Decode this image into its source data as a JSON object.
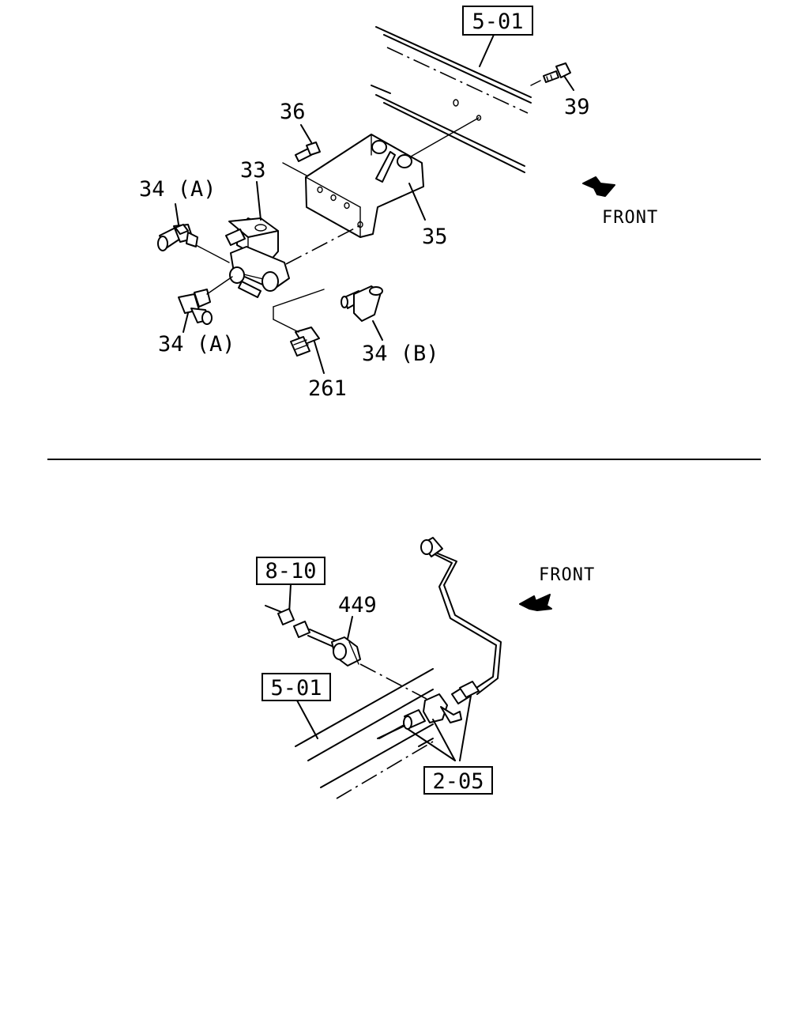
{
  "top_view": {
    "ref_box": "5-01",
    "labels": {
      "p36": "36",
      "p39": "39",
      "p33": "33",
      "p34a_upper": "34 (A)",
      "p35": "35",
      "p34a_lower": "34 (A)",
      "p34b": "34 (B)",
      "p261": "261"
    },
    "front_label": "FRONT"
  },
  "bottom_view": {
    "ref_box_wiring": "8-10",
    "ref_box_frame": "5-01",
    "ref_box_pipe": "2-05",
    "labels": {
      "p449": "449"
    },
    "front_label": "FRONT"
  }
}
